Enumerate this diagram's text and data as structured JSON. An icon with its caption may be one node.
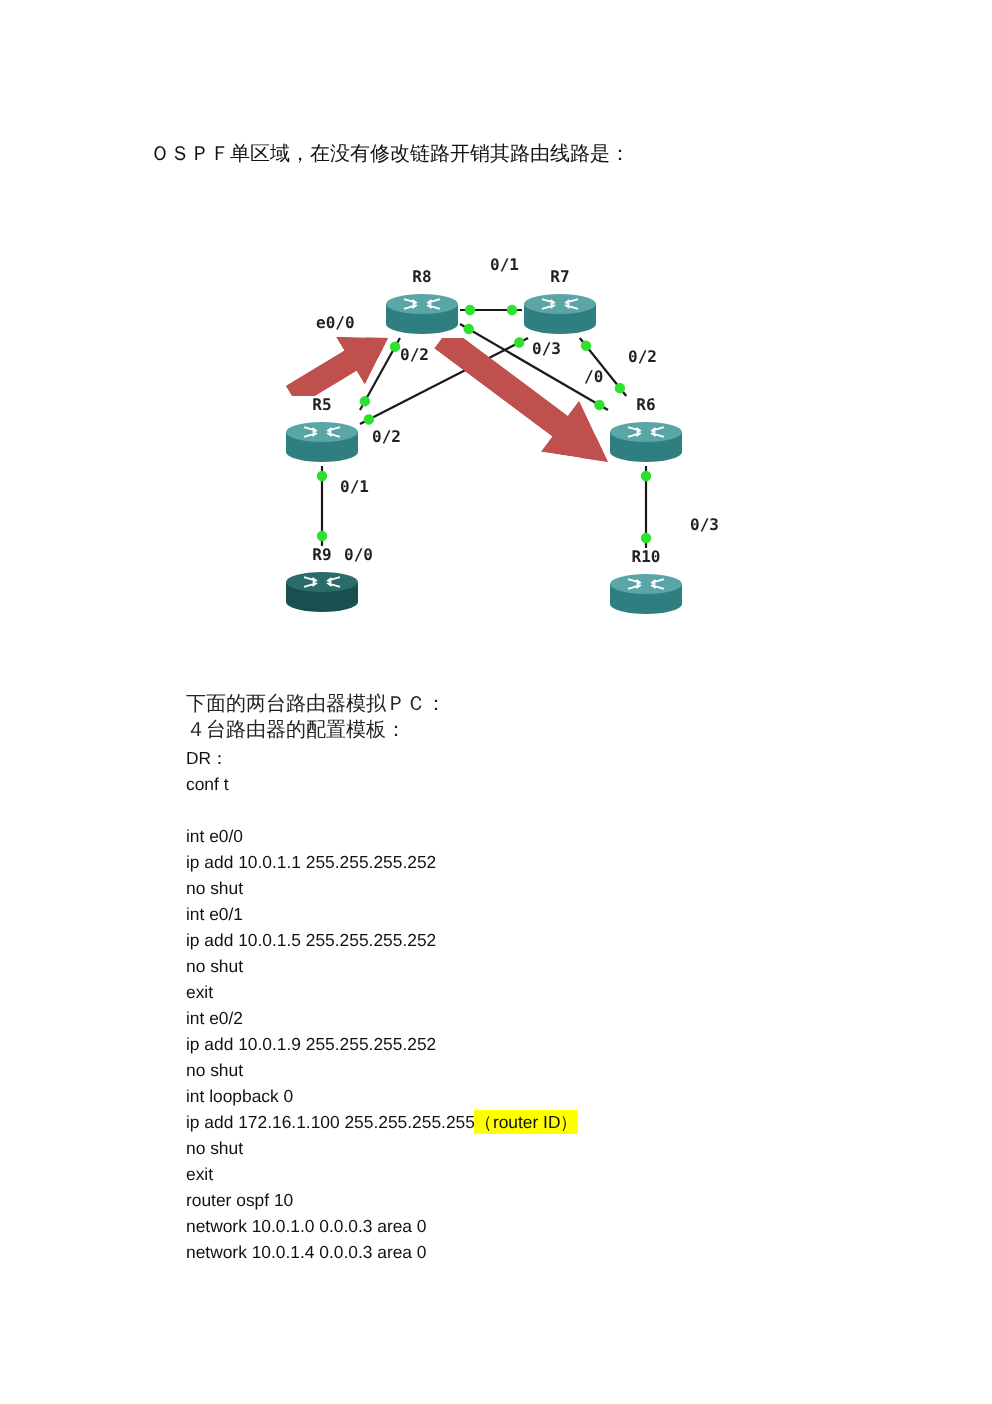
{
  "diagram": {
    "title": "ＯＳＰＦ单区域，在没有修改链路开销其路由线路是：",
    "nodes": [
      {
        "text": [
          "R8"
        ]
      },
      {
        "text": [
          "R7"
        ]
      },
      {
        "text": [
          "R5"
        ]
      },
      {
        "text": [
          "R6"
        ]
      },
      {
        "text": [
          "R9"
        ]
      },
      {
        "text": [
          "R10"
        ]
      }
    ],
    "edges": [
      {
        "from": 0,
        "to": 1,
        "arrow": "other"
      },
      {
        "from": 0,
        "to": 2,
        "arrow": "other"
      },
      {
        "from": 1,
        "to": 2,
        "arrow": "other"
      },
      {
        "from": 0,
        "to": 3,
        "arrow": "other"
      },
      {
        "from": 1,
        "to": 3,
        "arrow": "other"
      },
      {
        "from": 2,
        "to": 4,
        "arrow": "other"
      },
      {
        "from": 3,
        "to": 5,
        "arrow": "other"
      },
      {
        "from": 2,
        "to": 0,
        "arrow": "to",
        "style": "thick",
        "color": "#c0504d"
      },
      {
        "from": 0,
        "to": 3,
        "arrow": "to",
        "style": "thick",
        "color": "#c0504d"
      }
    ],
    "labels": [
      "0/1",
      "e0/0",
      "0/2",
      "0/3",
      "0/2",
      "/0",
      "0/2",
      "0/1",
      "0/3",
      "0/0",
      "下面的两台路由器模拟ＰＣ：",
      "４台路由器的配置模板：",
      "DR：",
      "conf t",
      "int e0/0",
      "ip add 10.0.1.1 255.255.255.252",
      "no shut",
      "int e0/1",
      "ip add 10.0.1.5 255.255.255.252",
      "no shut",
      "exit",
      "int e0/2",
      "ip add 10.0.1.9 255.255.255.252",
      "no shut",
      "int loopback 0",
      "ip add 172.16.1.100 255.255.255.255",
      "（router ID）",
      "no shut",
      "exit",
      "router ospf 10",
      "network 10.0.1.0 0.0.0.3 area 0",
      "network 10.0.1.4 0.0.0.3 area 0"
    ]
  }
}
